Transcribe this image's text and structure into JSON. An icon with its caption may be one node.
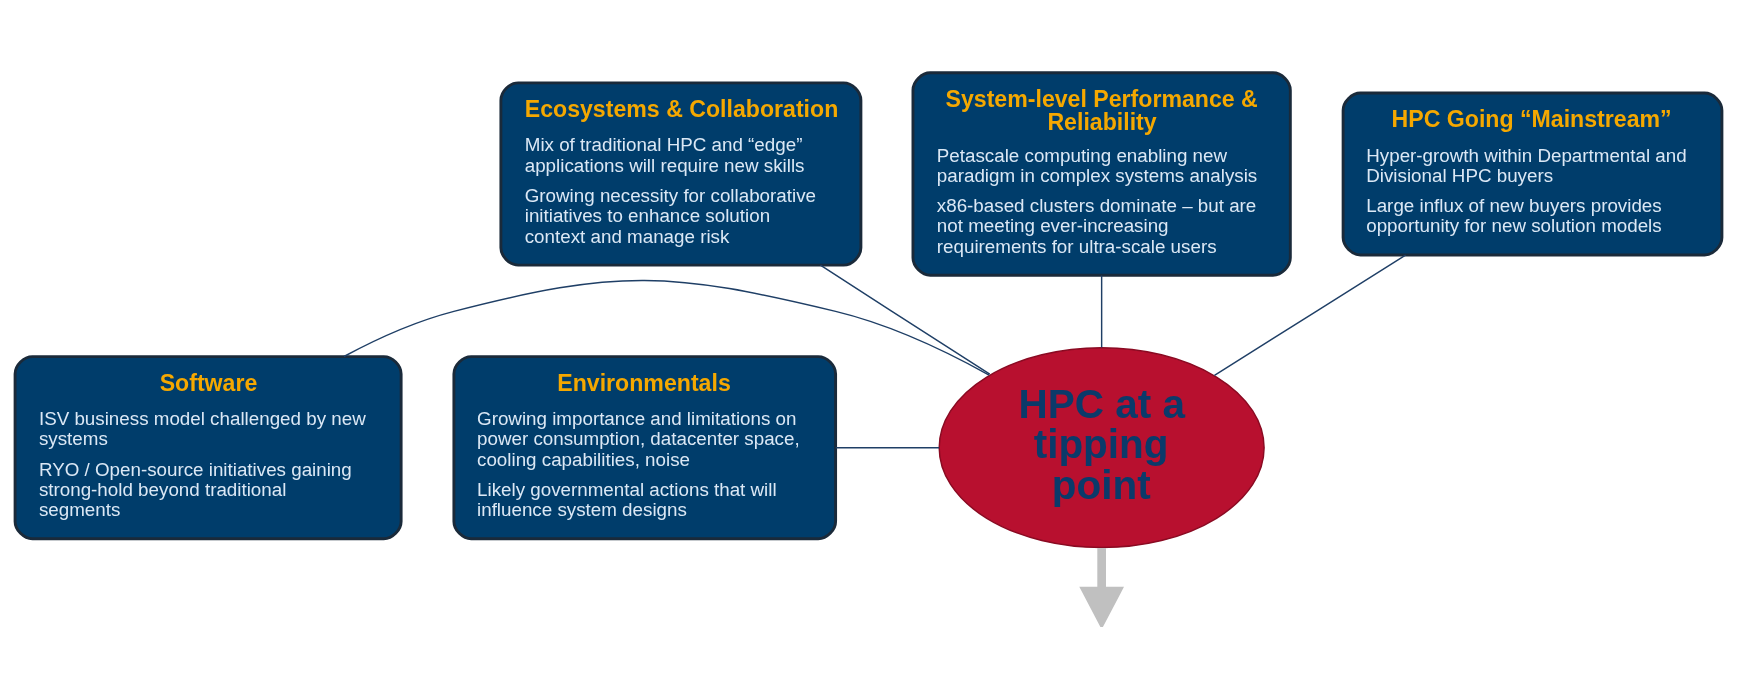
{
  "diagram": {
    "nodes": [
      {
        "text": [
          "Ecosystems & Collaboration",
          "Mix of traditional HPC and “edge” applications will require new skills",
          "Growing necessity for collaborative initiatives to enhance solution context and manage risk"
        ]
      },
      {
        "text": [
          "System-level Performance & Reliability",
          "Petascale computing enabling new paradigm in complex systems analysis",
          "x86-based clusters dominate – but are not meeting ever-increasing requirements for ultra-scale users"
        ]
      },
      {
        "text": [
          "HPC Going “Mainstream”",
          "Hyper-growth within Departmental and Divisional HPC buyers",
          "Large influx of new buyers provides opportunity for new solution models"
        ]
      },
      {
        "text": [
          "Software",
          "ISV business model challenged by new systems",
          "RYO / Open-source initiatives gaining strong-hold beyond traditional segments"
        ]
      },
      {
        "text": [
          "Environmentals",
          "Growing importance and limitations on power consumption, datacenter space, cooling capabilities, noise",
          "Likely governmental actions that will influence system designs"
        ]
      },
      {
        "text": [
          "HPC at a tipping point"
        ]
      }
    ],
    "edges": [
      {
        "from": 0,
        "to": 5,
        "arrow": "none"
      },
      {
        "from": 1,
        "to": 5,
        "arrow": "none"
      },
      {
        "from": 2,
        "to": 5,
        "arrow": "none"
      },
      {
        "from": 3,
        "to": 5,
        "arrow": "none"
      },
      {
        "from": 4,
        "to": 5,
        "arrow": "none"
      },
      {
        "from": 5,
        "to": null,
        "arrow": "to",
        "style": "thick",
        "color": "#c0c0c0"
      }
    ]
  }
}
